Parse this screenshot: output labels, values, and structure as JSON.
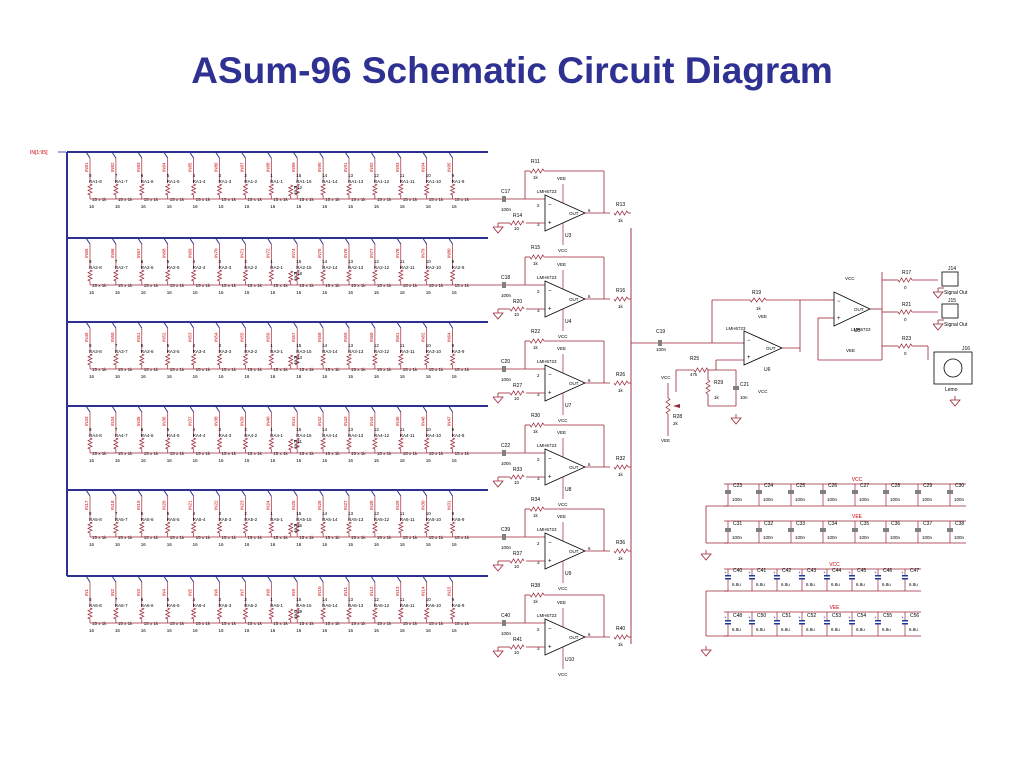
{
  "title": "ASum-96 Schematic Circuit Diagram",
  "input_bus": "IN[1:95]",
  "opamp_part": "LMH6723",
  "rails": {
    "vcc": "VCC",
    "vee": "VEE"
  },
  "colors": {
    "title": "#2e3192",
    "bus": "#2e3192",
    "wire": "#9b2335",
    "net": "#cc0000",
    "ink": "#000000",
    "cap_fill": "#1a3a9c"
  },
  "input_row_labels": [
    [
      "RA1-8",
      "RA1-7",
      "RA1-6",
      "RA1-5",
      "RA1-4",
      "RA1-3",
      "RA1-2",
      "RA1-1",
      "RA1-15",
      "RA1-14",
      "RA1-13",
      "RA1-12",
      "RA1-11",
      "RA1-10",
      "RA1-9"
    ],
    [
      "RA2-8",
      "RA2-7",
      "RA2-6",
      "RA2-5",
      "RA2-4",
      "RA2-3",
      "RA2-2",
      "RA2-1",
      "RA2-15",
      "RA2-14",
      "RA2-13",
      "RA2-12",
      "RA2-11",
      "RA2-10",
      "RA2-9"
    ],
    [
      "RA3-8",
      "RA3-7",
      "RA3-6",
      "RA3-5",
      "RA3-4",
      "RA3-3",
      "RA3-2",
      "RA3-1",
      "RA3-15",
      "RA3-14",
      "RA3-13",
      "RA3-12",
      "RA3-11",
      "RA3-10",
      "RA3-9"
    ],
    [
      "RA4-8",
      "RA4-7",
      "RA4-6",
      "RA4-5",
      "RA4-4",
      "RA4-3",
      "RA4-2",
      "RA4-1",
      "RA4-15",
      "RA4-14",
      "RA4-13",
      "RA4-12",
      "RA4-11",
      "RA4-10",
      "RA4-9"
    ],
    [
      "RA5-8",
      "RA5-7",
      "RA5-6",
      "RA5-5",
      "RA5-4",
      "RA5-3",
      "RA5-2",
      "RA5-1",
      "RA5-15",
      "RA5-14",
      "RA5-13",
      "RA5-12",
      "RA5-11",
      "RA5-10",
      "RA5-9"
    ],
    [
      "RA6-8",
      "RA6-7",
      "RA6-6",
      "RA6-5",
      "RA6-4",
      "RA6-3",
      "RA6-2",
      "RA6-1",
      "RA6-15",
      "RA6-14",
      "RA6-13",
      "RA6-12",
      "RA6-11",
      "RA6-10",
      "RA6-9"
    ]
  ],
  "pin_numbers": [
    "8",
    "7",
    "6",
    "5",
    "4",
    "3",
    "2",
    "1",
    "15",
    "14",
    "13",
    "12",
    "11",
    "10",
    "9"
  ],
  "network_value": "15 x 1k",
  "network_pin": "16",
  "net_names": [
    [
      "IN81",
      "IN82",
      "IN83",
      "IN84",
      "IN85",
      "IN86",
      "IN87",
      "IN88",
      "IN89",
      "IN90",
      "IN91",
      "IN92",
      "IN93",
      "IN94",
      "IN95"
    ],
    [
      "IN65",
      "IN66",
      "IN67",
      "IN68",
      "IN69",
      "IN70",
      "IN71",
      "IN72",
      "IN74",
      "IN75",
      "IN76",
      "IN77",
      "IN78",
      "IN79",
      "IN80"
    ],
    [
      "IN49",
      "IN50",
      "IN51",
      "IN52",
      "IN53",
      "IN54",
      "IN55",
      "IN56",
      "IN57",
      "IN58",
      "IN59",
      "IN60",
      "IN61",
      "IN62",
      "IN64"
    ],
    [
      "IN33",
      "IN34",
      "IN35",
      "IN36",
      "IN37",
      "IN38",
      "IN39",
      "IN40",
      "IN41",
      "IN42",
      "IN43",
      "IN44",
      "IN45",
      "IN46",
      "IN47"
    ],
    [
      "IN17",
      "IN18",
      "IN19",
      "IN20",
      "IN21",
      "IN22",
      "IN23",
      "IN24",
      "IN25",
      "IN26",
      "IN27",
      "IN28",
      "IN29",
      "IN30",
      "IN31"
    ],
    [
      "IN1",
      "IN2",
      "IN3",
      "IN4",
      "IN5",
      "IN6",
      "IN7",
      "IN8",
      "IN9",
      "IN10",
      "IN11",
      "IN12",
      "IN13",
      "IN14",
      "IN15"
    ]
  ],
  "extra_resistors": [
    {
      "ref": "R12",
      "value": "1k"
    },
    {
      "ref": "R18",
      "value": "1k"
    },
    {
      "ref": "R24",
      "value": "1k"
    },
    {
      "ref": "R31",
      "value": "1k"
    },
    {
      "ref": "R35",
      "value": "1k"
    },
    {
      "ref": "C39",
      "value": "1k"
    }
  ],
  "stages": [
    {
      "feedback": "R11",
      "fb_value": "1k",
      "cap": "C17",
      "cap_value": "100n",
      "ground": "R14",
      "ground_value": "10",
      "opamp": "U3",
      "out": "R13",
      "out_value": "1k"
    },
    {
      "feedback": "R15",
      "fb_value": "1k",
      "cap": "C18",
      "cap_value": "100n",
      "ground": "R20",
      "ground_value": "10",
      "opamp": "U4",
      "out": "R16",
      "out_value": "1k"
    },
    {
      "feedback": "R22",
      "fb_value": "1k",
      "cap": "C20",
      "cap_value": "100n",
      "ground": "R27",
      "ground_value": "10",
      "opamp": "U7",
      "out": "R26",
      "out_value": "1k"
    },
    {
      "feedback": "R30",
      "fb_value": "1k",
      "cap": "C22",
      "cap_value": "100n",
      "ground": "R33",
      "ground_value": "10",
      "opamp": "U8",
      "out": "R32",
      "out_value": "1k"
    },
    {
      "feedback": "R34",
      "fb_value": "1k",
      "cap": "C39",
      "cap_value": "100n",
      "ground": "R37",
      "ground_value": "10",
      "opamp": "U9",
      "out": "R36",
      "out_value": "1k"
    },
    {
      "feedback": "R38",
      "fb_value": "1k",
      "cap": "C40",
      "cap_value": "100n",
      "ground": "R41",
      "ground_value": "10",
      "opamp": "U10",
      "out": "R40",
      "out_value": "1k"
    }
  ],
  "summing_stage": {
    "coupling_cap": "C19",
    "coupling_value": "100n",
    "feedback": "R19",
    "fb_value": "1k",
    "r25": "R25",
    "r25_value": "47k",
    "r29": "R29",
    "r29_value": "1k",
    "c21": "C21",
    "c21_value": "10n",
    "pot": "R28",
    "pot_value": "2k",
    "opamp": "U6",
    "buffer": "U5"
  },
  "outputs": [
    {
      "res": "R17",
      "value": "0",
      "conn": "J14",
      "label": "Signal Out"
    },
    {
      "res": "R21",
      "value": "0",
      "conn": "J15",
      "label": "Signal Out"
    },
    {
      "res": "R23",
      "value": "0",
      "conn": "J16",
      "label": "Lemo"
    }
  ],
  "bypass_vcc_100n": [
    "C23",
    "C24",
    "C25",
    "C26",
    "C27",
    "C28",
    "C29",
    "C30"
  ],
  "bypass_vee_100n": [
    "C31",
    "C32",
    "C33",
    "C34",
    "C35",
    "C36",
    "C37",
    "C38"
  ],
  "bypass_vcc_6u8": [
    "C40",
    "C41",
    "C42",
    "C43",
    "C44",
    "C45",
    "C46",
    "C47"
  ],
  "bypass_vee_6u8": [
    "C48",
    "C50",
    "C51",
    "C52",
    "C53",
    "C54",
    "C55",
    "C56"
  ],
  "cap_100n": "100n",
  "cap_6u8": "6.8u"
}
